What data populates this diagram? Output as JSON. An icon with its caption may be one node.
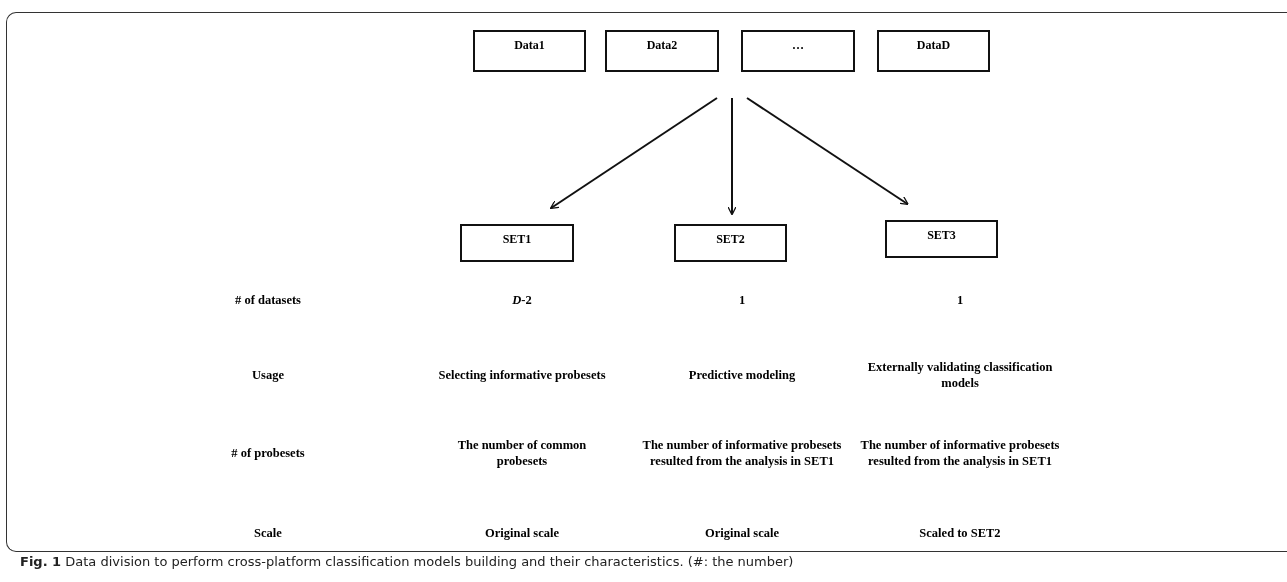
{
  "diagram": {
    "caption": "**Fig. 1** Data division to perform cross-platform classification models building and their characteristics. (#: the number)",
    "nodes": [
      {
        "text": [
          "Data1"
        ]
      },
      {
        "text": [
          "Data2"
        ]
      },
      {
        "text": [
          "…"
        ]
      },
      {
        "text": [
          "DataD"
        ]
      },
      {
        "text": [
          "SET1"
        ]
      },
      {
        "text": [
          "SET2"
        ]
      },
      {
        "text": [
          "SET3"
        ]
      }
    ],
    "edges": [
      {
        "from": null,
        "to": 4,
        "arrow": "to"
      },
      {
        "from": null,
        "to": 5,
        "arrow": "to"
      },
      {
        "from": null,
        "to": 6,
        "arrow": "to"
      }
    ],
    "labels": [
      "# of datasets",
      "*D*-2",
      "1",
      "1",
      "Usage",
      "Selecting informative probesets",
      "Predictive modeling",
      "Externally validating classification models",
      "# of probesets",
      "The number of common probesets",
      "The number of informative probesets resulted from the analysis in SET1",
      "The number of informative probesets resulted from the analysis in SET1",
      "Scale",
      "Original scale",
      "Original scale",
      "Scaled to SET2"
    ]
  }
}
